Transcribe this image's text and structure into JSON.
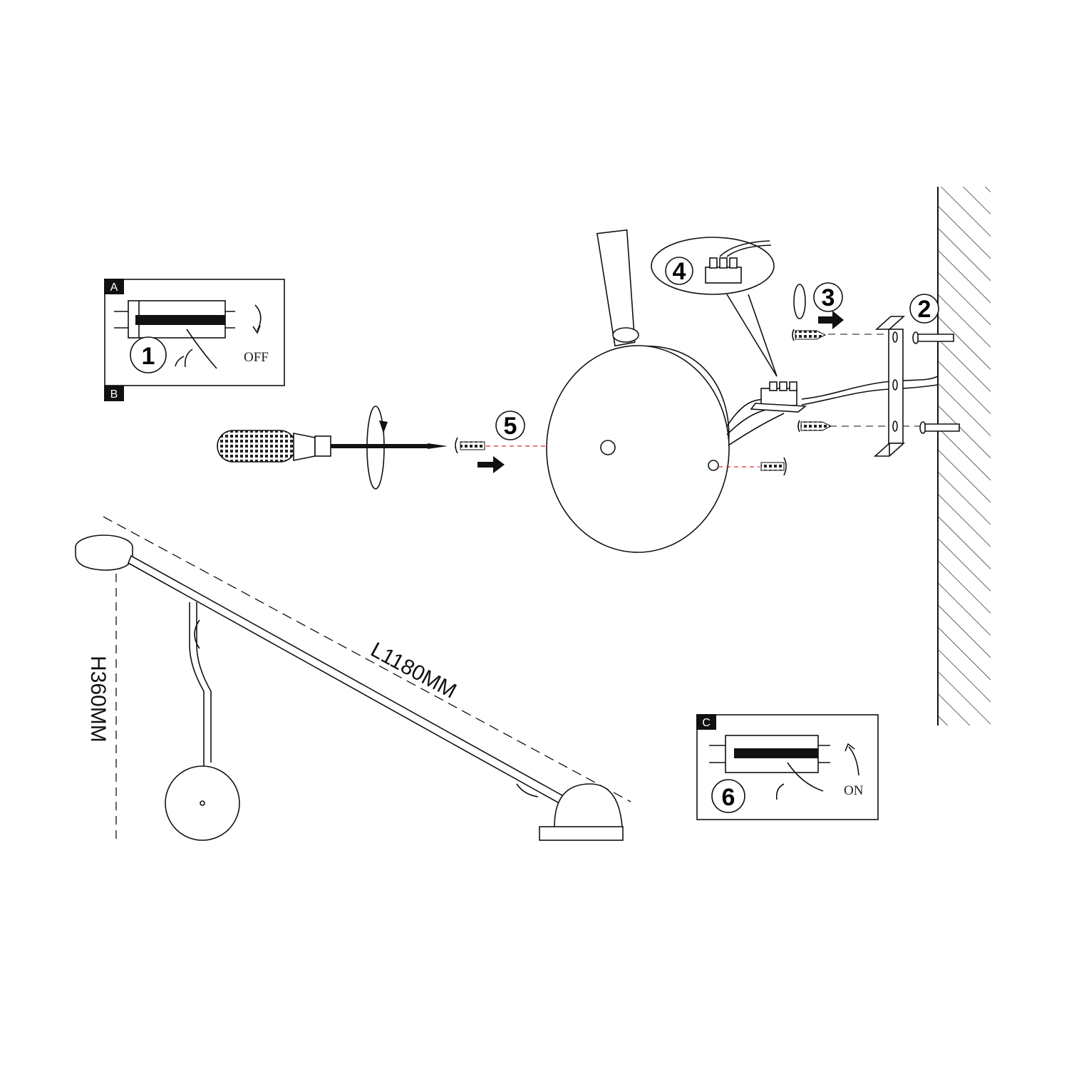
{
  "panel_a": {
    "label": "A",
    "step": "1",
    "action": "OFF"
  },
  "panel_b": {
    "label": "B"
  },
  "panel_c": {
    "label": "C",
    "step": "6",
    "action": "ON"
  },
  "steps": {
    "two": "2",
    "three": "3",
    "four": "4",
    "five": "5"
  },
  "dimensions": {
    "length": "L1180MM",
    "height": "H360MM"
  },
  "colors": {
    "line": "#111111",
    "guide": "#d9302c"
  }
}
